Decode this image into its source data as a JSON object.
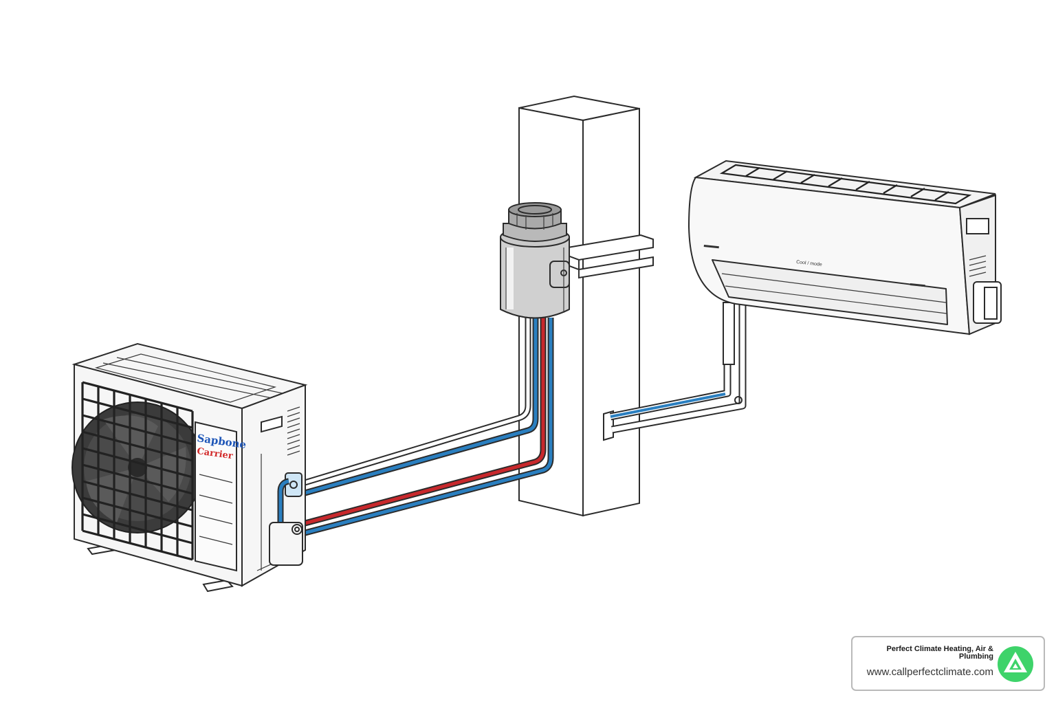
{
  "outdoor_unit": {
    "brand_line1": "Sapbone",
    "brand_line2": "Carrier"
  },
  "indoor_unit": {
    "label": "Cool / mode"
  },
  "line_colors": {
    "liquid_line": "#c8282c",
    "suction_line": "#2a7fc0",
    "insulated_line": "#ffffff",
    "outline": "#2b2b2b"
  },
  "badge": {
    "company": "Perfect Climate Heating, Air & Plumbing",
    "url": "www.callperfectclimate.com",
    "logo_color": "#3ed36a"
  }
}
